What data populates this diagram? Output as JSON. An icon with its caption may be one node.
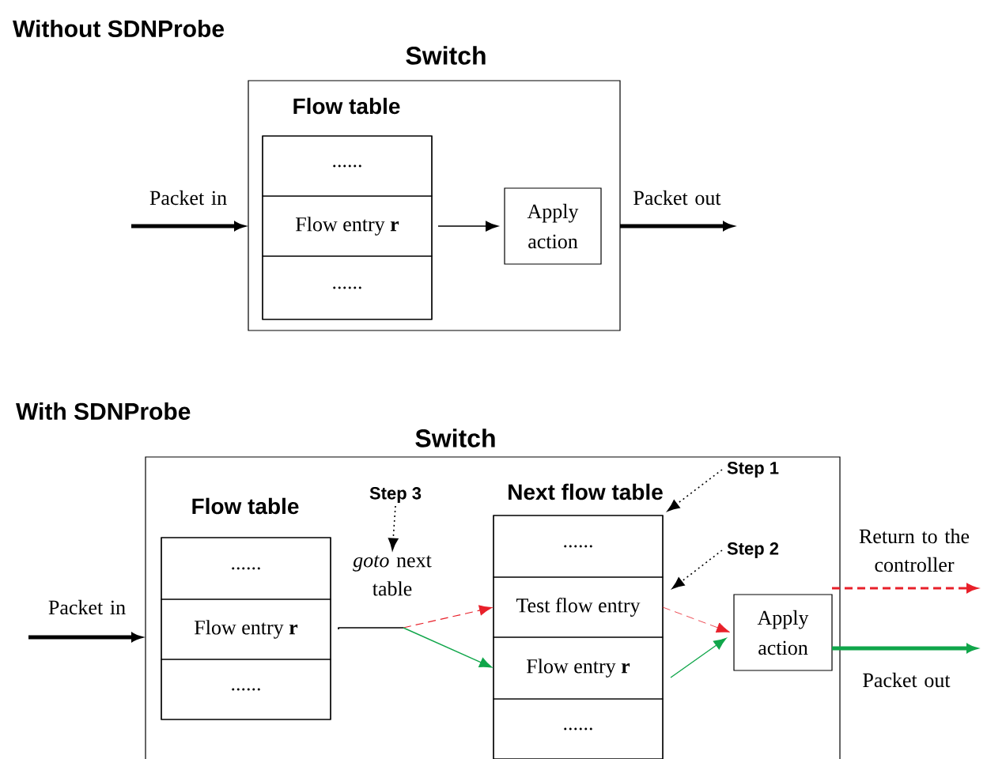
{
  "diagram": {
    "nodes": [
      {
        "text": [
          "Switch"
        ]
      },
      {
        "text": [
          "Flow table"
        ],
        "in": 0
      },
      {
        "text": [
          "......"
        ],
        "in": 1
      },
      {
        "text": [
          "Flow entry **r**"
        ],
        "in": 1
      },
      {
        "text": [
          "......"
        ],
        "in": 1
      },
      {
        "text": [
          "Apply action"
        ],
        "in": 0
      },
      {
        "text": [
          "Switch"
        ]
      },
      {
        "text": [
          "Flow table"
        ],
        "in": 6
      },
      {
        "text": [
          "......"
        ],
        "in": 7
      },
      {
        "text": [
          "Flow entry **r**"
        ],
        "in": 7
      },
      {
        "text": [
          "......"
        ],
        "in": 7
      },
      {
        "text": [
          "Next flow table"
        ],
        "in": 6
      },
      {
        "text": [
          "......"
        ],
        "in": 11
      },
      {
        "text": [
          "Test flow entry"
        ],
        "in": 11
      },
      {
        "text": [
          "Flow entry **r**"
        ],
        "in": 11
      },
      {
        "text": [
          "......"
        ],
        "in": 11
      },
      {
        "text": [
          "Apply action"
        ],
        "in": 6
      },
      {
        "text": [
          "*goto* next table"
        ],
        "in": 6
      },
      {
        "text": [
          "Step 3"
        ],
        "in": 6
      },
      {
        "text": [
          "Step 1"
        ],
        "in": 6
      },
      {
        "text": [
          "Step 2"
        ],
        "in": 6
      }
    ],
    "edges": [
      {
        "from": null,
        "to": 0,
        "arrow": "to",
        "label": "Packet in",
        "style": "thick"
      },
      {
        "from": 3,
        "to": 5,
        "arrow": "to"
      },
      {
        "from": 0,
        "to": null,
        "arrow": "to",
        "label": "Packet out",
        "style": "thick"
      },
      {
        "from": null,
        "to": 6,
        "arrow": "to",
        "label": "Packet in",
        "style": "thick"
      },
      {
        "from": 9,
        "to": 13,
        "arrow": "to",
        "style": "dashed",
        "color": "#e8202a"
      },
      {
        "from": 9,
        "to": 14,
        "arrow": "to",
        "color": "#10a64a"
      },
      {
        "from": 13,
        "to": 16,
        "arrow": "to",
        "style": "dashed",
        "color": "#e8202a"
      },
      {
        "from": 14,
        "to": 16,
        "arrow": "to",
        "color": "#10a64a"
      },
      {
        "from": 16,
        "to": null,
        "arrow": "to",
        "label": "Return to the controller",
        "style": "dashed",
        "color": "#e8202a"
      },
      {
        "from": 16,
        "to": null,
        "arrow": "to",
        "label": "Packet out",
        "style": "thick",
        "color": "#10a64a"
      },
      {
        "from": 18,
        "to": 17,
        "arrow": "to",
        "style": "dashed"
      },
      {
        "from": 19,
        "to": 11,
        "arrow": "to",
        "style": "dashed"
      },
      {
        "from": 20,
        "to": 13,
        "arrow": "to",
        "style": "dashed"
      }
    ],
    "labels": [
      "Without SDNProbe",
      "With SDNProbe"
    ]
  }
}
